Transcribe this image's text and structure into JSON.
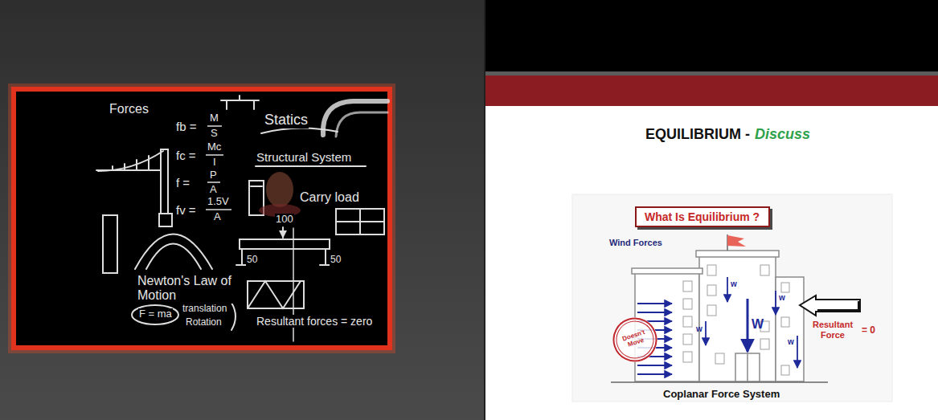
{
  "diagram": {
    "nodes": [
      {
        "text": [
          "What Is Equilibrium ?"
        ]
      },
      {
        "text": [
          "Doesn't Move"
        ]
      }
    ],
    "labels": [
      "Forces",
      "fb =",
      "M",
      "S",
      "Statics",
      "fc =",
      "Mc",
      "I",
      "f =",
      "P",
      "A",
      "fv =",
      "1.5V",
      "A",
      "Structural System",
      "Carry load",
      "100",
      "50",
      "50",
      "Newton's Law of Motion",
      "F = ma",
      "translation",
      "Rotation",
      "Resultant forces = zero",
      "EQUILIBRIUM -",
      "Discuss",
      "Wind Forces",
      "w",
      "W",
      "w",
      "w",
      "w",
      "Resultant Force",
      "= 0",
      "Coplanar Force System"
    ]
  }
}
